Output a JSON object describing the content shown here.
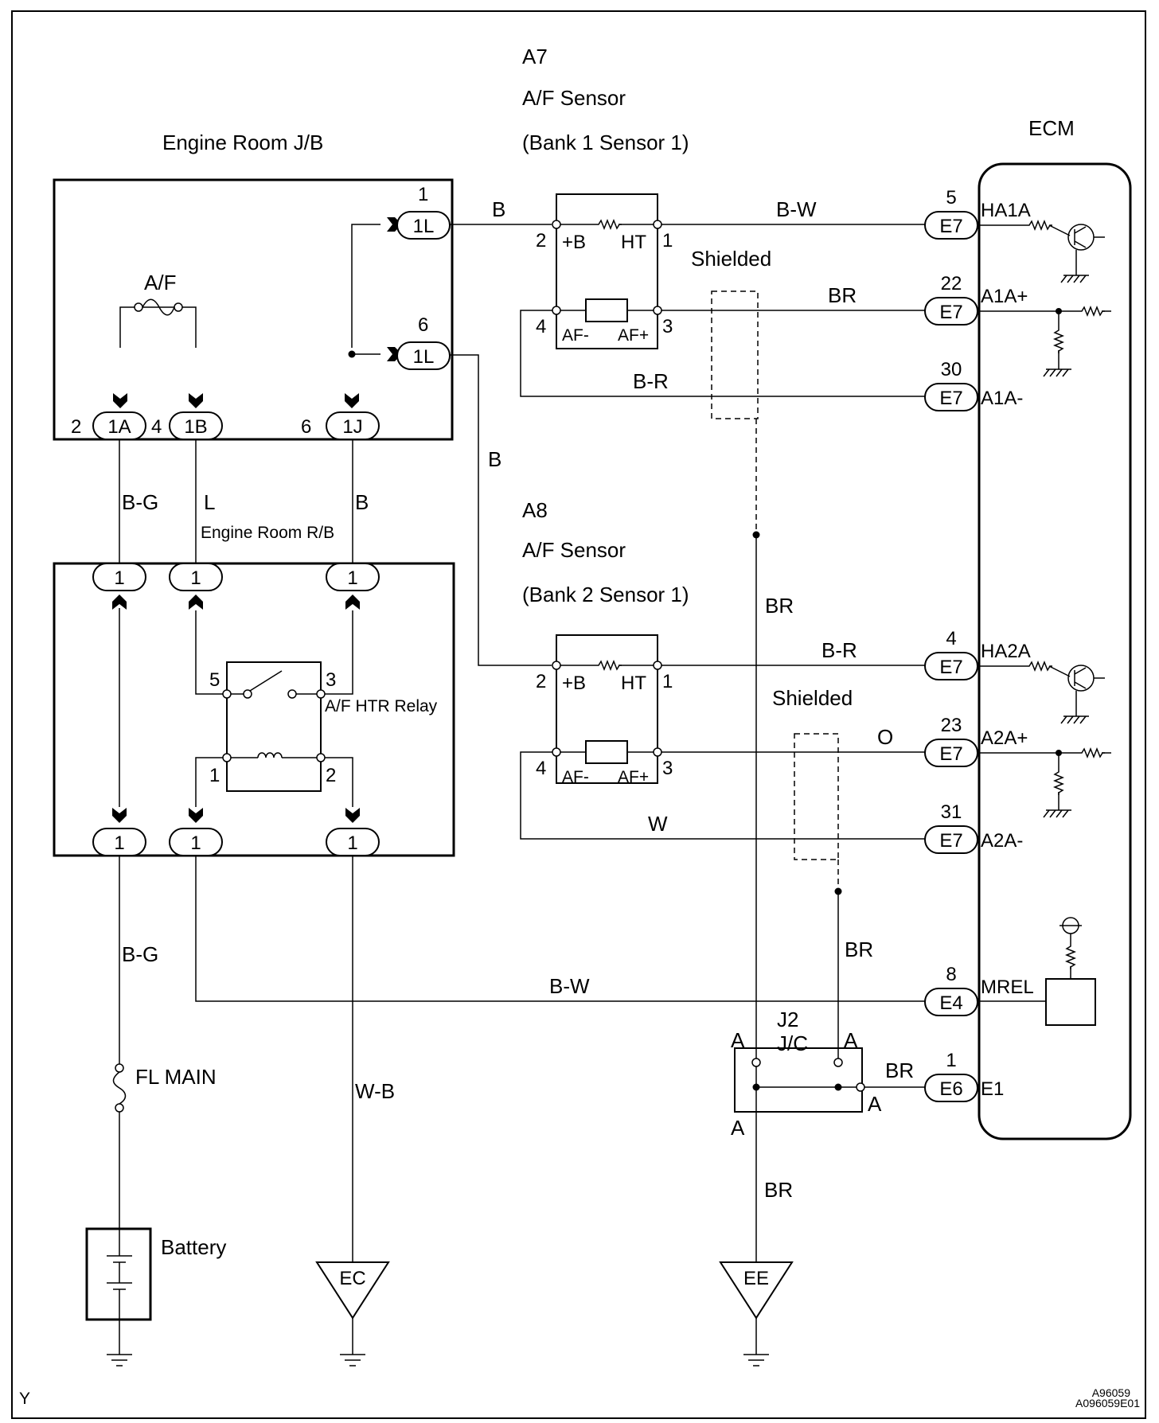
{
  "components": {
    "a7": {
      "ref": "A7",
      "name": "A/F Sensor",
      "position": "(Bank 1 Sensor 1)"
    },
    "a8": {
      "ref": "A8",
      "name": "A/F Sensor",
      "position": "(Bank 2 Sensor 1)"
    },
    "ecm": "ECM",
    "engine_room_jb": "Engine Room J/B",
    "engine_room_rb": "Engine Room R/B",
    "htr_relay": "A/F HTR Relay",
    "af_fuse": "A/F",
    "fl_main": "FL MAIN",
    "battery": "Battery",
    "jc": {
      "ref": "J2",
      "name": "J/C"
    }
  },
  "shielded_label": "Shielded",
  "grounds": {
    "ec": "EC",
    "ee": "EE"
  },
  "jb_connectors": {
    "c1a": "1A",
    "c1b": "1B",
    "c1j": "1J",
    "c1l": "1L"
  },
  "jb_pins": {
    "p1a": "2",
    "p1b": "4",
    "p1j": "6",
    "p1l_top": "1",
    "p1l_bot": "6"
  },
  "rb_pin_label": "1",
  "relay_pins": {
    "p5": "5",
    "p3": "3",
    "p1": "1",
    "p2": "2"
  },
  "sensor_pins": {
    "b_pin": "2",
    "b_label": "+B",
    "ht_pin": "1",
    "ht_label": "HT",
    "afm_pin": "4",
    "afm_label": "AF-",
    "afp_pin": "3",
    "afp_label": "AF+"
  },
  "ecm_connectors": [
    {
      "id": "ha1a",
      "conn": "E7",
      "pin": "5",
      "terminal": "HA1A"
    },
    {
      "id": "a1ap",
      "conn": "E7",
      "pin": "22",
      "terminal": "A1A+"
    },
    {
      "id": "a1am",
      "conn": "E7",
      "pin": "30",
      "terminal": "A1A-"
    },
    {
      "id": "ha2a",
      "conn": "E7",
      "pin": "4",
      "terminal": "HA2A"
    },
    {
      "id": "a2ap",
      "conn": "E7",
      "pin": "23",
      "terminal": "A2A+"
    },
    {
      "id": "a2am",
      "conn": "E7",
      "pin": "31",
      "terminal": "A2A-"
    },
    {
      "id": "mrel",
      "conn": "E4",
      "pin": "8",
      "terminal": "MREL"
    },
    {
      "id": "e1",
      "conn": "E6",
      "pin": "1",
      "terminal": "E1"
    }
  ],
  "wires": {
    "jb_to_a7": "B",
    "jb_to_a8": "B",
    "ha1a": "B-W",
    "a1ap": "BR",
    "a1am": "B-R",
    "ha2a": "B-R",
    "a2ap": "O",
    "a2am": "W",
    "mrel": "B-W",
    "fuse_feed_top": "B-G",
    "fuse_feed_bottom": "B-G",
    "af_feed": "L",
    "relay_out": "B",
    "ground_ec": "W-B",
    "shield1": "BR",
    "shield2": "BR",
    "jc_to_e1": "BR",
    "ground_ee": "BR"
  },
  "jc_pin_label": "A",
  "corner_letter": "Y",
  "figure_code": {
    "line1": "A96059",
    "line2": "A096059E01"
  }
}
